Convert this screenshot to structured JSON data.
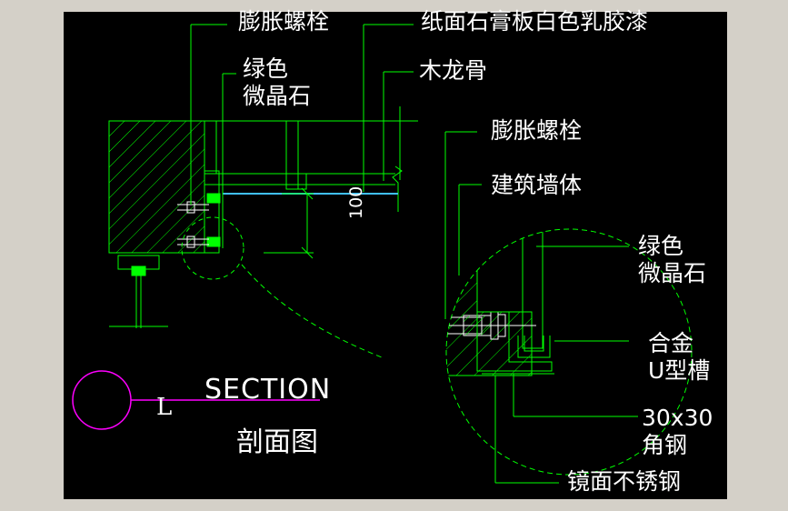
{
  "labels": {
    "expansion_bolt_top": "膨胀螺栓",
    "gypsum_board": "纸面石膏板白色乳胶漆",
    "green_stone_top_1": "绿色",
    "green_stone_top_2": "微晶石",
    "wood_keel": "木龙骨",
    "expansion_bolt_detail": "膨胀螺栓",
    "building_wall": "建筑墙体",
    "green_stone_detail_1": "绿色",
    "green_stone_detail_2": "微晶石",
    "alloy_1": "合金",
    "alloy_2": "U型槽",
    "angle_steel_1": "30x30",
    "angle_steel_2": "角钢",
    "mirror_steel": "镜面不锈钢"
  },
  "dimension": "100",
  "section": {
    "letter": "L",
    "title": "SECTION",
    "subtitle": "剖面图"
  },
  "colors": {
    "background": "#000000",
    "frame": "#d4d0c8",
    "linework": "#00ff00",
    "text": "#ffffff",
    "marker": "#ff00ff",
    "glass": "#40c0ff"
  }
}
